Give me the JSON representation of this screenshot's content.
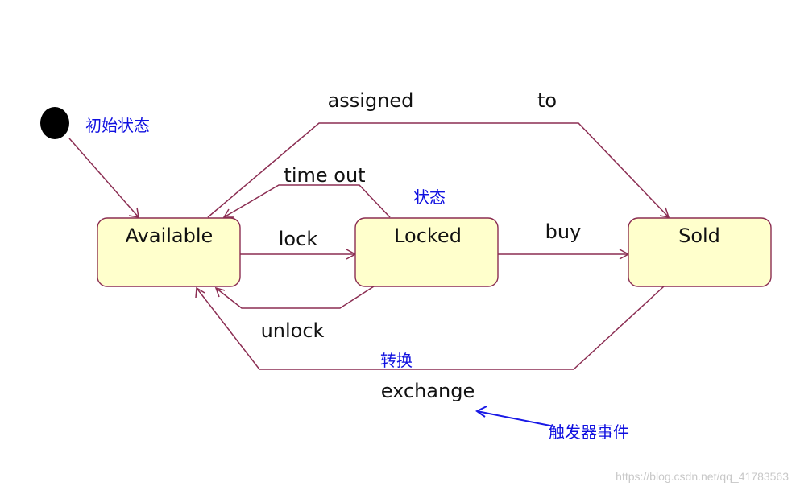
{
  "diagram": {
    "initial_state_annotation": "初始状态",
    "state_annotation": "状态",
    "transition_annotation": "转换",
    "event_annotation": "触发器事件",
    "states": {
      "available": "Available",
      "locked": "Locked",
      "sold": "Sold"
    },
    "transitions": {
      "assigned": "assigned",
      "to": "to",
      "time_out": "time out",
      "lock": "lock",
      "unlock": "unlock",
      "buy": "buy",
      "exchange": "exchange"
    }
  },
  "watermark": "https://blog.csdn.net/qq_41783563",
  "colors": {
    "state_fill": "#ffffcc",
    "state_stroke": "#8b2d52",
    "annotation_blue": "#1010e0",
    "initial_node": "#000000"
  }
}
